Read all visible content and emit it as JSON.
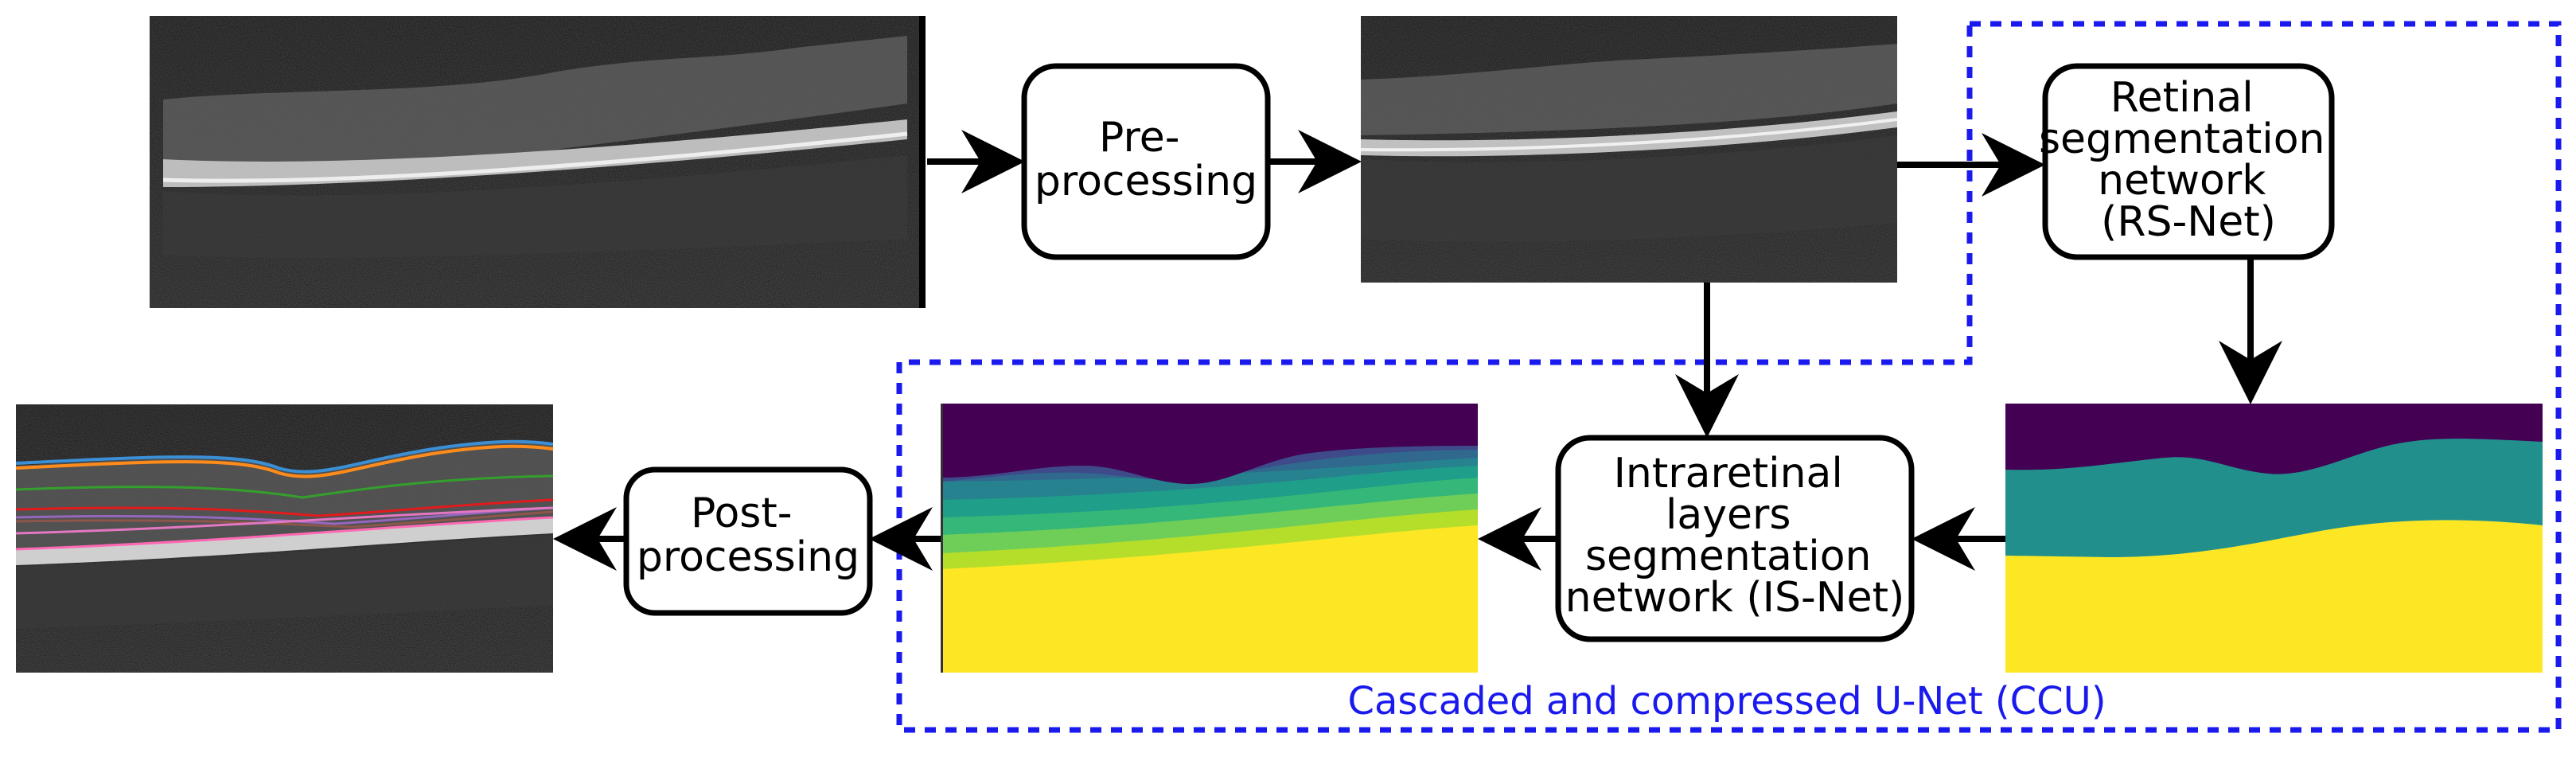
{
  "diagram": {
    "boxes": {
      "preprocessing": [
        "Pre-",
        "processing"
      ],
      "rs_net": [
        "Retinal",
        "segmentation",
        "network",
        "(RS-Net)"
      ],
      "is_net": [
        "Intraretinal",
        "layers",
        "segmentation",
        "network (IS-Net)"
      ],
      "postprocessing": [
        "Post-",
        "processing"
      ]
    },
    "ccu_label": "Cascaded and compressed U-Net (CCU)",
    "colors": {
      "ccu_border": "#1a1aee",
      "viridis_purple": "#440154",
      "viridis_teal": "#21908d",
      "viridis_yellow": "#fde725",
      "arrow": "#000000"
    },
    "images": [
      "input-oct-scan",
      "preprocessed-oct-scan",
      "retina-segmentation-map",
      "layer-segmentation-map",
      "final-oct-with-boundaries"
    ]
  }
}
